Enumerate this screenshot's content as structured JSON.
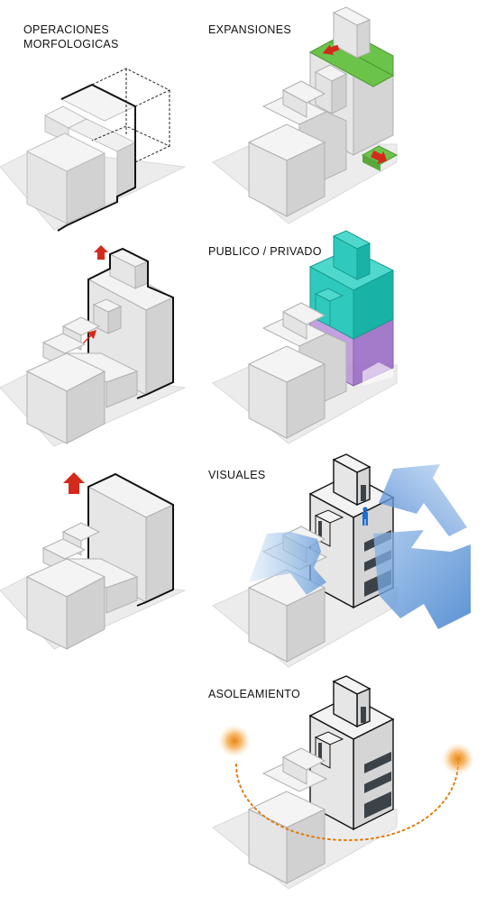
{
  "panels": {
    "operaciones": {
      "title_line1": "OPERACIONES",
      "title_line2": "MORFOLOGICAS"
    },
    "expansiones": {
      "title": "EXPANSIONES"
    },
    "publico_privado": {
      "title": "PUBLICO / PRIVADO"
    },
    "visuales": {
      "title": "VISUALES"
    },
    "asoleamiento": {
      "title": "ASOLEAMIENTO"
    }
  },
  "colors": {
    "top": "#f2f2f2",
    "left": "#e3e3e3",
    "right": "#d4d4d4",
    "ground": "#ececec",
    "edge": "#a9a9a9",
    "expansion_green": "#6cc34a",
    "arrow_red": "#d42a1c",
    "public_teal": "#1ec1b4",
    "private_purple": "#a57cc6",
    "view_blue": "#5b95d6",
    "sun_orange": "#f0a03a",
    "window_dark": "#3b4248"
  }
}
